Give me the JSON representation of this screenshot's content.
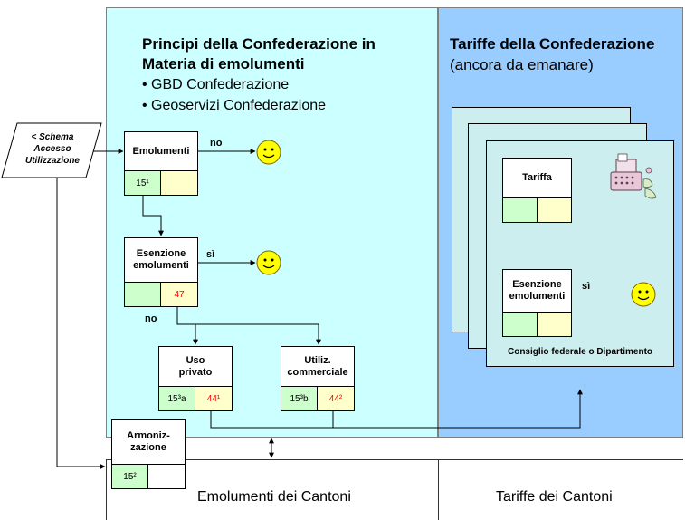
{
  "left_panel": {
    "title_line1": "Principi della Confederazione in",
    "title_line2": "Materia di emolumenti",
    "bullets": [
      "• GBD Confederazione",
      "• Geoservizi Confederazione"
    ]
  },
  "right_panel": {
    "title": "Tariffe della Confederazione",
    "subtitle": "(ancora da emanare)",
    "sheet_footer": "Consiglio federale o Dipartimento"
  },
  "schema_link": {
    "line1": "< Schema",
    "line2": "Accesso",
    "line3": "Utilizzazione"
  },
  "boxes": {
    "emolumenti": {
      "label": "Emolumenti",
      "cell1": "15¹",
      "cell2": ""
    },
    "esenzione": {
      "label_line1": "Esenzione",
      "label_line2": "emolumenti",
      "cell1": "",
      "cell2": "47"
    },
    "uso_privato": {
      "label_line1": "Uso",
      "label_line2": "privato",
      "cell1": "15³a",
      "cell2": "44¹"
    },
    "utiliz": {
      "label_line1": "Utiliz.",
      "label_line2": "commerciale",
      "cell1": "15³b",
      "cell2": "44²"
    },
    "tariffa": {
      "label": "Tariffa",
      "cell1": "",
      "cell2": ""
    },
    "esenzione_right": {
      "label_line1": "Esenzione",
      "label_line2": "emolumenti",
      "cell1": "",
      "cell2": ""
    },
    "armonizzazione": {
      "label_line1": "Armoniz-",
      "label_line2": "zazione",
      "cell1": "15²",
      "cell2": ""
    }
  },
  "edge_labels": {
    "no_1": "no",
    "si_1": "sì",
    "no_2": "no",
    "si_2": "sì"
  },
  "bottom": {
    "left": "Emolumenti dei Cantoni",
    "right": "Tariffe dei Cantoni"
  },
  "colors": {
    "cyan_panel": "#ccffff",
    "blue_panel": "#99ccff",
    "cell_green": "#ccffcc",
    "cell_yellow": "#ffffcc",
    "accent_red": "#ff0000",
    "smiley": "#ffff00"
  }
}
